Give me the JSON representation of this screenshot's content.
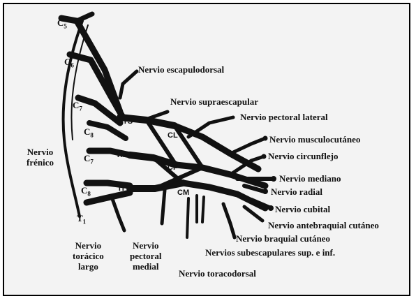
{
  "roots": [
    {
      "letter": "C",
      "num": "5"
    },
    {
      "letter": "C",
      "num": "6"
    },
    {
      "letter": "C",
      "num": "7"
    },
    {
      "letter": "C",
      "num": "8"
    },
    {
      "letter": "C",
      "num": "7"
    },
    {
      "letter": "C",
      "num": "8"
    },
    {
      "letter": "T",
      "num": "1"
    }
  ],
  "trunks": {
    "ts": "TS",
    "tm": "TM",
    "ti": "TI",
    "cl": "CL",
    "cp": "CP",
    "cm": "CM"
  },
  "labels": {
    "escapulodorsal": "Nervio escapulodorsal",
    "supraescapular": "Nervio supraescapular",
    "pectoral_lateral": "Nervio pectoral lateral",
    "musculocutaneo": "Nervio musculocutáneo",
    "circunflejo": "Nervio circunflejo",
    "mediano": "Nervio mediano",
    "radial": "Nervio radial",
    "cubital": "Nervio cubital",
    "antebraquial": "Nervio antebraquial cutáneo",
    "braquial": "Nervio braquial cutáneo",
    "subescapulares": "Nervios subescapulares sup. e inf.",
    "toracodorsal": "Nervio toracodorsal",
    "frenico_1": "Nervio",
    "frenico_2": "frénico",
    "toracico_1": "Nervio",
    "toracico_2": "torácico",
    "toracico_3": "largo",
    "pectoral_medial_1": "Nervio",
    "pectoral_medial_2": "pectoral",
    "pectoral_medial_3": "medial"
  }
}
